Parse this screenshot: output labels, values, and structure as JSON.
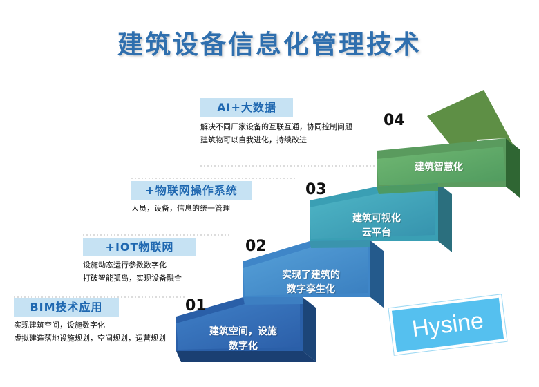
{
  "title": "建筑设备信息化管理技术",
  "stages": [
    {
      "num": "01",
      "tag": "BIM技术应用",
      "desc": [
        "实现建筑空间，设施数字化",
        "虚拟建造落地设施规划，空间规划，运营规划"
      ],
      "step_lines": [
        "建筑空间，设施",
        "数字化"
      ]
    },
    {
      "num": "02",
      "tag": "+IOT物联网",
      "desc": [
        "设施动态运行参数数字化",
        "打破智能孤岛，实现设备融合"
      ],
      "step_lines": [
        "实现了建筑的",
        "数字孪生化"
      ]
    },
    {
      "num": "03",
      "tag": "+物联网操作系统",
      "desc": [
        "人员，设备，信息的统一管理"
      ],
      "step_lines": [
        "建筑可视化",
        "云平台"
      ]
    },
    {
      "num": "04",
      "tag": "AI+大数据",
      "desc": [
        "解决不同厂家设备的互联互通，协同控制问题",
        "建筑物可以自我进化，持续改进"
      ],
      "step_lines": [
        "建筑智慧化"
      ]
    }
  ],
  "logo": "Hysine",
  "colors": {
    "title": "#2f6fae",
    "tag_bg": "#c6e2f3",
    "tag_text": "#1e67b0",
    "step_blue_dark": "#2a5fa8",
    "step_blue_mid": "#3f86c8",
    "step_teal": "#3a9fb4",
    "step_green_top": "#5da565",
    "arrow_green": "#5e8f45",
    "logo_bg": "#55c0ef"
  }
}
